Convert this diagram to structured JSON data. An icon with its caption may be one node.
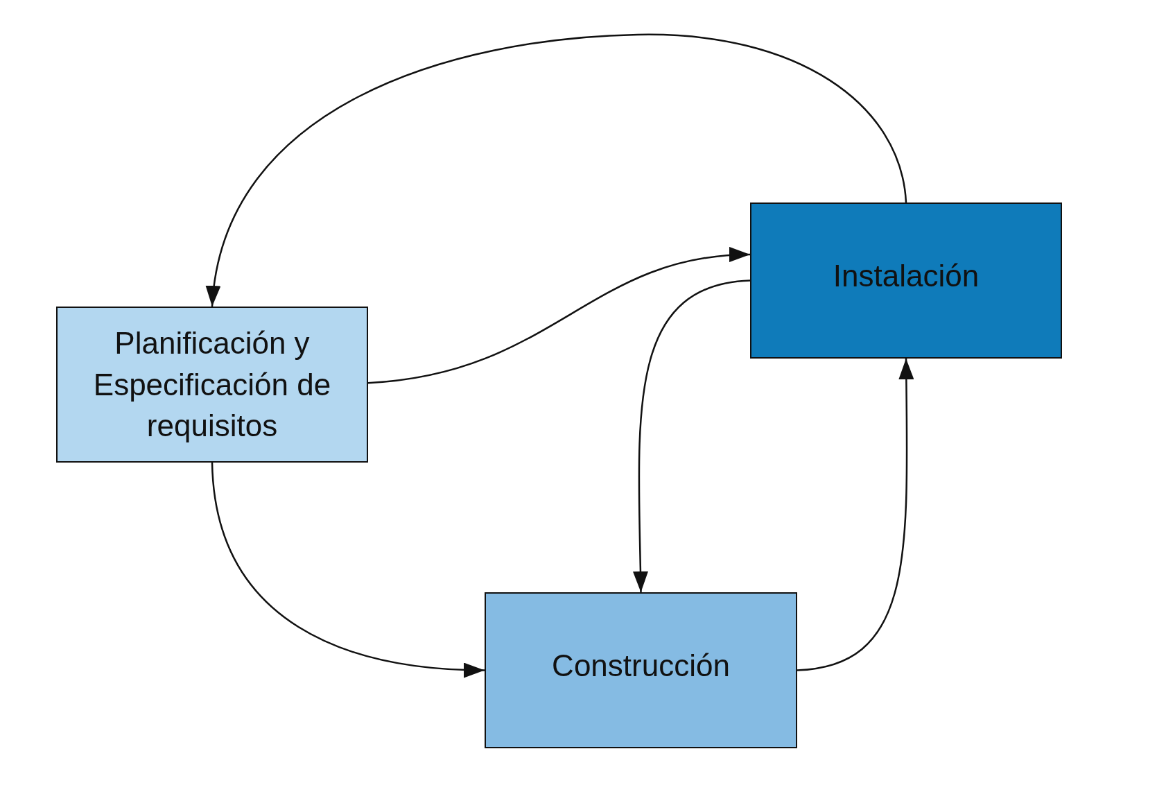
{
  "diagram": {
    "nodes": [
      {
        "text": [
          "Instalación"
        ]
      },
      {
        "text": [
          "Planificación y Especificación de requisitos"
        ]
      },
      {
        "text": [
          "Construcción"
        ]
      }
    ],
    "edges": [
      {
        "from": 0,
        "to": 1,
        "arrow": "to"
      },
      {
        "from": 1,
        "to": 0,
        "arrow": "to"
      },
      {
        "from": 0,
        "to": 2,
        "arrow": "to"
      },
      {
        "from": 1,
        "to": 2,
        "arrow": "to"
      },
      {
        "from": 2,
        "to": 0,
        "arrow": "to"
      }
    ]
  }
}
